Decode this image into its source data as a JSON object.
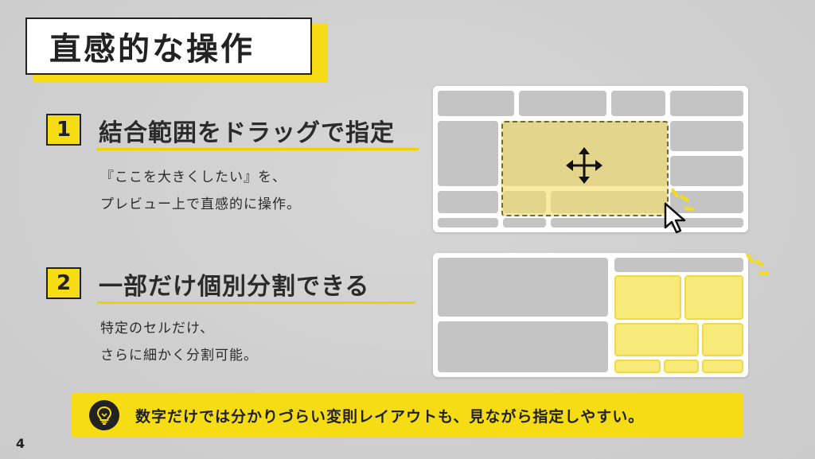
{
  "title": "直感的な操作",
  "sections": [
    {
      "number": "1",
      "heading": "結合範囲をドラッグで指定",
      "desc_lines": [
        "『ここを大きくしたい』を、",
        "プレビュー上で直感的に操作。"
      ]
    },
    {
      "number": "2",
      "heading": "一部だけ個別分割できる",
      "desc_lines": [
        "特定のセルだけ、",
        "さらに細かく分割可能。"
      ]
    }
  ],
  "tip": {
    "icon": "lightbulb-icon",
    "text": "数字だけでは分かりづらい変則レイアウトも、見ながら指定しやすい。"
  },
  "page_number": "4",
  "colors": {
    "accent": "#f5dc14",
    "background": "#cfcfcf",
    "cell": "#c4c4c4",
    "highlight": "#f7ea78"
  }
}
